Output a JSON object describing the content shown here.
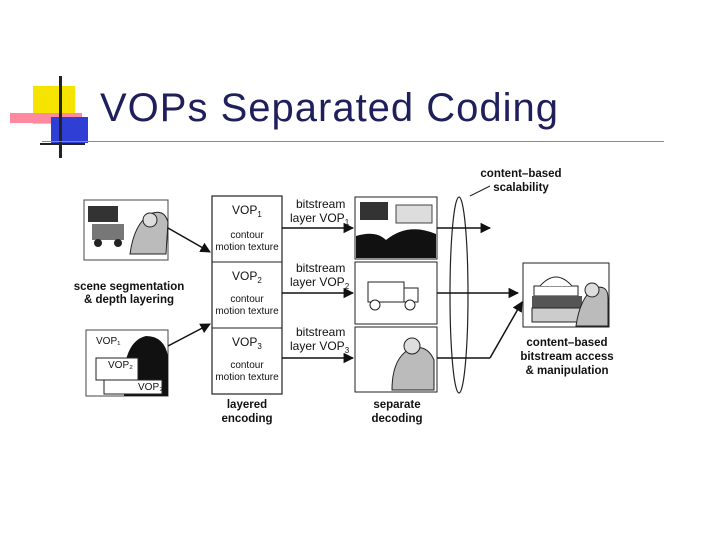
{
  "slide": {
    "title": "VOPs Separated Coding",
    "accent_colors": {
      "yellow": "#f5e400",
      "pink": "#ff8aa0",
      "blue": "#2f3fd6",
      "title": "#1f1f5c"
    }
  },
  "diagram": {
    "input": {
      "label_line1": "scene segmentation",
      "label_line2": "& depth layering",
      "vop_tags": [
        "VOP₁",
        "VOP₂",
        "VOP₃"
      ]
    },
    "encoders": [
      {
        "vop": "VOP",
        "sub": "1",
        "line1": "contour",
        "line2": "motion texture"
      },
      {
        "vop": "VOP",
        "sub": "2",
        "line1": "contour",
        "line2": "motion texture"
      },
      {
        "vop": "VOP",
        "sub": "3",
        "line1": "contour",
        "line2": "motion texture"
      }
    ],
    "bitstreams": [
      {
        "line1": "bitstream",
        "line2": "layer VOP",
        "sub": "1"
      },
      {
        "line1": "bitstream",
        "line2": "layer VOP",
        "sub": "2"
      },
      {
        "line1": "bitstream",
        "line2": "layer VOP",
        "sub": "3"
      }
    ],
    "layered_encoding": {
      "line1": "layered",
      "line2": "encoding"
    },
    "separate_decoding": {
      "line1": "separate",
      "line2": "decoding"
    },
    "scalability": {
      "line1": "content–based",
      "line2": "scalability"
    },
    "output": {
      "line1": "content–based",
      "line2": "bitstream access",
      "line3": "& manipulation"
    }
  }
}
